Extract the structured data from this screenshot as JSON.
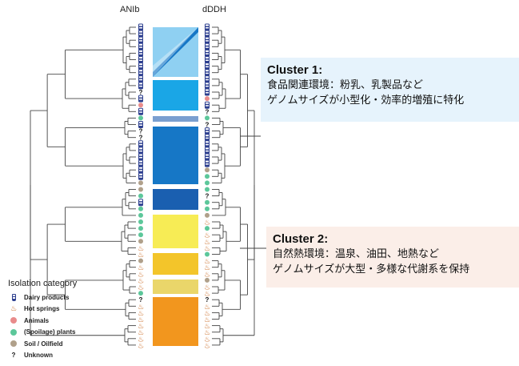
{
  "columns": {
    "left_title": "ANIb",
    "right_title": "dDDH"
  },
  "cluster1": {
    "title": "Cluster 1:",
    "line1": "食品関連環境：粉乳、乳製品など",
    "line2": "ゲノムサイズが小型化・効率的増殖に特化"
  },
  "cluster2": {
    "title": "Cluster 2:",
    "line1": "自然熱環境：温泉、油田、地熱など",
    "line2": "ゲノムサイズが大型・多様な代謝系を保持"
  },
  "legend": {
    "title": "Isolation category",
    "items": [
      {
        "label": "Dairy products",
        "icon": "milk-bottle-icon",
        "color": "#2d3f8f"
      },
      {
        "label": "Hot springs",
        "icon": "hot-spring-icon",
        "color": "#d9782a"
      },
      {
        "label": "Animals",
        "icon": "dot-icon",
        "color": "#e98b8b"
      },
      {
        "label": "(Spoilage) plants",
        "icon": "dot-icon",
        "color": "#5cc79a"
      },
      {
        "label": "Soil / Oilfield",
        "icon": "dot-icon",
        "color": "#b0a08a"
      },
      {
        "label": "Unknown",
        "icon": "question-icon",
        "color": "#111111"
      }
    ]
  },
  "rows": [
    {
      "left": "dairy",
      "right": "dairy"
    },
    {
      "left": "dairy",
      "right": "dairy"
    },
    {
      "left": "dairy",
      "right": "dairy"
    },
    {
      "left": "dairy",
      "right": "dairy"
    },
    {
      "left": "dairy",
      "right": "dairy"
    },
    {
      "left": "dairy",
      "right": "dairy"
    },
    {
      "left": "dairy",
      "right": "dairy"
    },
    {
      "left": "dairy",
      "right": "dairy"
    },
    {
      "left": "dairy",
      "right": "dairy"
    },
    {
      "left": "dairy",
      "right": "dairy"
    },
    {
      "left": "unknown",
      "right": "dairy"
    },
    {
      "left": "dairy",
      "right": "animal"
    },
    {
      "left": "animal",
      "right": "dairy"
    },
    {
      "left": "dairy",
      "right": "unknown"
    },
    {
      "left": "plant",
      "right": "plant"
    },
    {
      "left": "dairy",
      "right": "unknown"
    },
    {
      "left": "unknown",
      "right": "dairy"
    },
    {
      "left": "unknown",
      "right": "dairy"
    },
    {
      "left": "dairy",
      "right": "dairy"
    },
    {
      "left": "dairy",
      "right": "dairy"
    },
    {
      "left": "dairy",
      "right": "dairy"
    },
    {
      "left": "dairy",
      "right": "dairy"
    },
    {
      "left": "dairy",
      "right": "soil"
    },
    {
      "left": "dairy",
      "right": "plant"
    },
    {
      "left": "soil",
      "right": "plant"
    },
    {
      "left": "soil",
      "right": "plant"
    },
    {
      "left": "plant",
      "right": "unknown"
    },
    {
      "left": "dairy",
      "right": "plant"
    },
    {
      "left": "plant",
      "right": "plant"
    },
    {
      "left": "plant",
      "right": "soil"
    },
    {
      "left": "plant",
      "right": "spring"
    },
    {
      "left": "plant",
      "right": "plant"
    },
    {
      "left": "plant",
      "right": "spring"
    },
    {
      "left": "soil",
      "right": "spring"
    },
    {
      "left": "spring",
      "right": "spring"
    },
    {
      "left": "spring",
      "right": "plant"
    },
    {
      "left": "soil",
      "right": "spring"
    },
    {
      "left": "spring",
      "right": "spring"
    },
    {
      "left": "spring",
      "right": "spring"
    },
    {
      "left": "spring",
      "right": "soil"
    },
    {
      "left": "spring",
      "right": "spring"
    },
    {
      "left": "plant",
      "right": "spring"
    },
    {
      "left": "unknown",
      "right": "unknown"
    },
    {
      "left": "spring",
      "right": "spring"
    },
    {
      "left": "spring",
      "right": "spring"
    },
    {
      "left": "spring",
      "right": "spring"
    },
    {
      "left": "spring",
      "right": "spring"
    },
    {
      "left": "spring",
      "right": "spring"
    },
    {
      "left": "spring",
      "right": "spring"
    },
    {
      "left": "spring",
      "right": "spring"
    }
  ],
  "colors": {
    "block_light_blue": "#8fd0f2",
    "block_sky": "#1aa6e6",
    "block_blue": "#1677c6",
    "block_dark_blue": "#1a5fb0",
    "block_steel": "#7a9fd0",
    "block_yellow": "#f7ec55",
    "block_gold": "#f3c52a",
    "block_tan": "#ead66a",
    "block_orange": "#f2961e",
    "tree": "#444444"
  }
}
